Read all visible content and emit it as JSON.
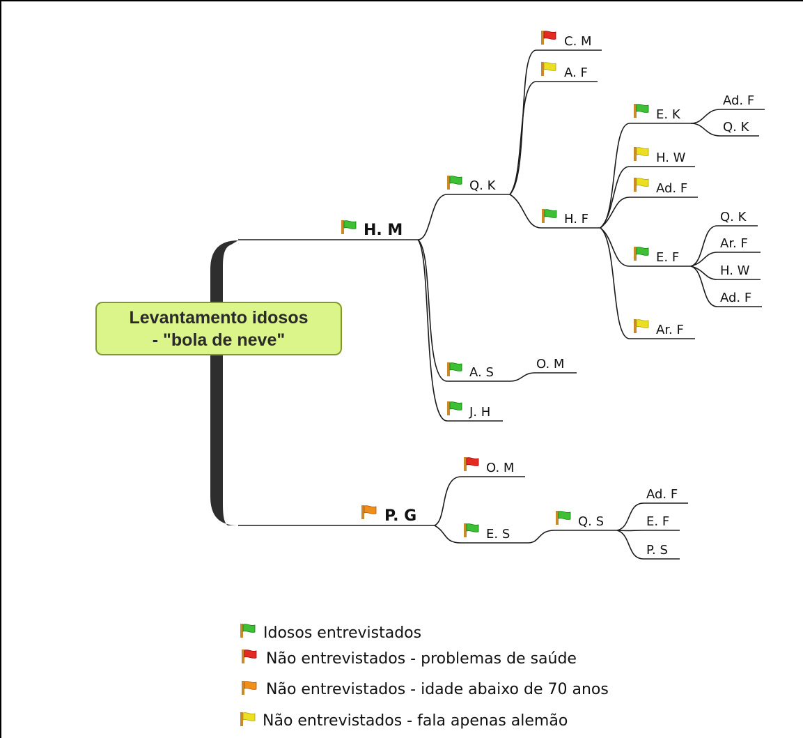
{
  "colors": {
    "green": "#3fbf35",
    "red": "#e32b22",
    "orange": "#f08e1a",
    "yellow": "#ecdf22",
    "root_fill": "#dbf58a",
    "root_border": "#7f9a2a"
  },
  "root": {
    "line1": "Levantamento idosos",
    "line2": "- \"bola de neve\""
  },
  "nodes": {
    "hm": {
      "label": "H. M",
      "flag": "green"
    },
    "qk": {
      "label": "Q. K",
      "flag": "green"
    },
    "cm": {
      "label": "C. M",
      "flag": "red"
    },
    "af": {
      "label": "A. F",
      "flag": "yellow"
    },
    "hf": {
      "label": "H. F",
      "flag": "green"
    },
    "ek": {
      "label": "E. K",
      "flag": "green"
    },
    "ek_adf": {
      "label": "Ad. F"
    },
    "ek_qk": {
      "label": "Q. K"
    },
    "hw": {
      "label": "H. W",
      "flag": "yellow"
    },
    "adf": {
      "label": "Ad. F",
      "flag": "yellow"
    },
    "ef": {
      "label": "E. F",
      "flag": "green"
    },
    "ef_qk": {
      "label": "Q. K"
    },
    "ef_arf": {
      "label": "Ar. F"
    },
    "ef_hw": {
      "label": "H. W"
    },
    "ef_adf": {
      "label": "Ad. F"
    },
    "arf": {
      "label": "Ar. F",
      "flag": "yellow"
    },
    "as": {
      "label": "A. S",
      "flag": "green"
    },
    "as_om": {
      "label": "O. M"
    },
    "jh": {
      "label": "J. H",
      "flag": "green"
    },
    "pg": {
      "label": "P. G",
      "flag": "orange"
    },
    "om": {
      "label": "O. M",
      "flag": "red"
    },
    "es": {
      "label": "E. S",
      "flag": "green"
    },
    "qs": {
      "label": "Q. S",
      "flag": "green"
    },
    "qs_adf": {
      "label": "Ad. F"
    },
    "qs_ef": {
      "label": "E. F"
    },
    "qs_ps": {
      "label": "P. S"
    }
  },
  "legend": [
    {
      "flag": "green",
      "text": "Idosos entrevistados"
    },
    {
      "flag": "red",
      "text": "Não entrevistados - problemas de saúde"
    },
    {
      "flag": "orange",
      "text": "Não entrevistados - idade abaixo de 70 anos"
    },
    {
      "flag": "yellow",
      "text": "Não entrevistados - fala apenas alemão"
    }
  ]
}
